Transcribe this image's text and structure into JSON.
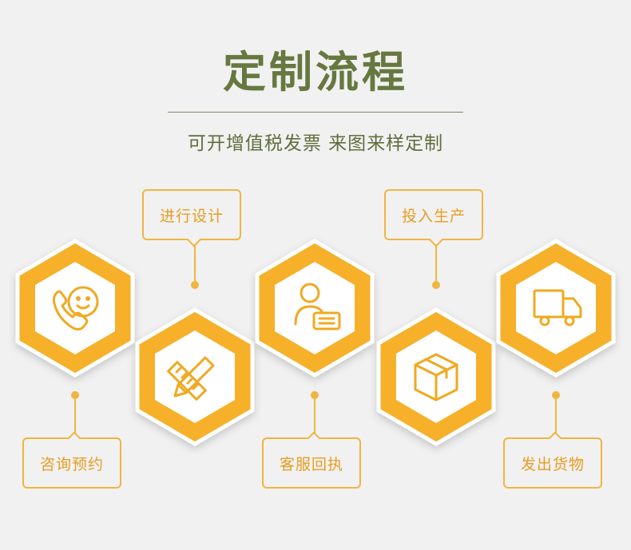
{
  "header": {
    "title": "定制流程",
    "subtitle": "可开增值税发票 来图来样定制"
  },
  "steps": [
    {
      "label": "咨询预约",
      "icon": "phone-smile-icon"
    },
    {
      "label": "进行设计",
      "icon": "pencil-ruler-icon"
    },
    {
      "label": "客服回执",
      "icon": "service-agent-icon"
    },
    {
      "label": "投入生产",
      "icon": "package-box-icon"
    },
    {
      "label": "发出货物",
      "icon": "delivery-truck-icon"
    }
  ],
  "colors": {
    "accent": "#f0b53e",
    "hex_fill": "#f6b02a",
    "title": "#66783f",
    "background": "#f1f1f1"
  }
}
